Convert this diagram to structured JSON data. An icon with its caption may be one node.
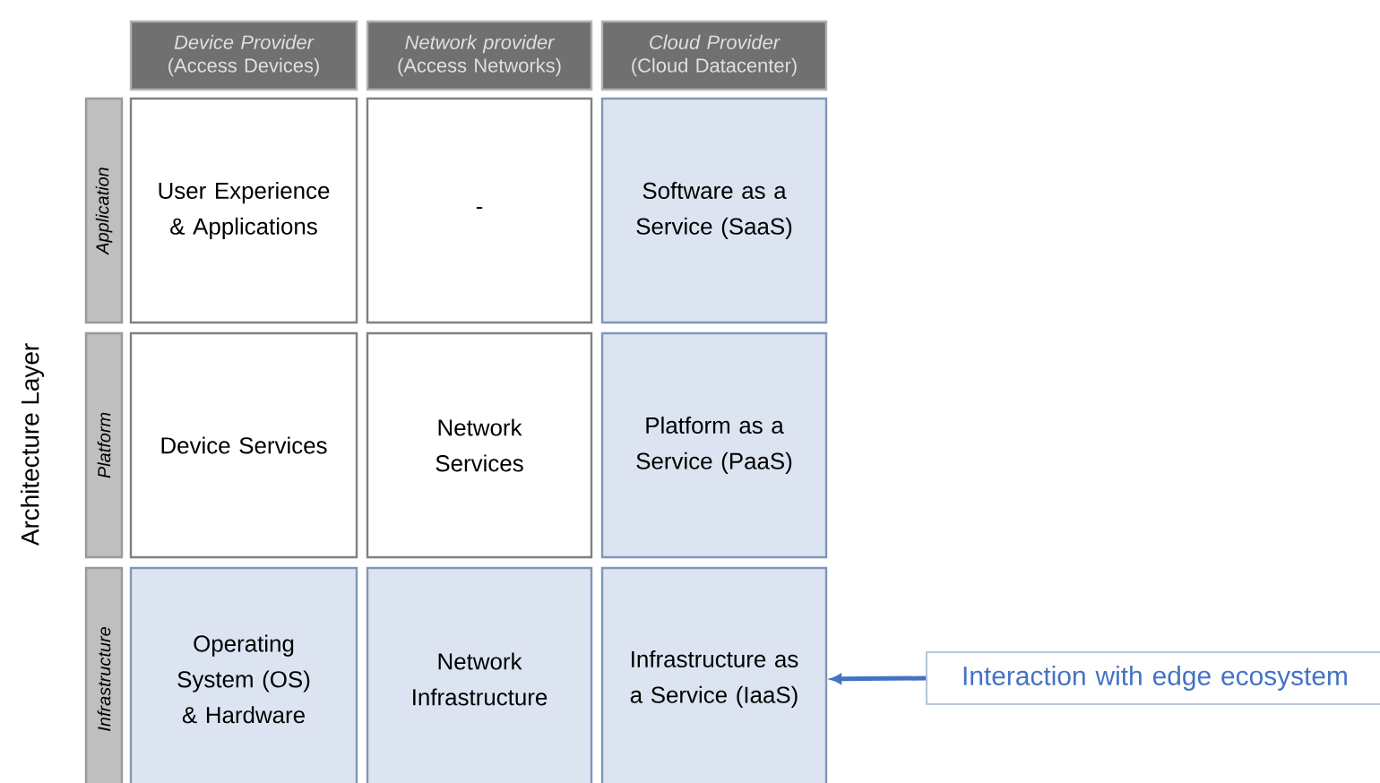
{
  "diagram": {
    "nodes": [
      {
        "text": [
          "Device Provider",
          "(Access Devices)"
        ]
      },
      {
        "text": [
          "Network provider",
          "(Access Networks)"
        ]
      },
      {
        "text": [
          "Cloud Provider",
          "(Cloud Datacenter)"
        ]
      },
      {
        "text": [
          "Application"
        ]
      },
      {
        "text": [
          "Platform"
        ]
      },
      {
        "text": [
          "Infrastructure"
        ]
      },
      {
        "text": [
          "User Experience & Applications"
        ]
      },
      {
        "text": [
          "-"
        ]
      },
      {
        "text": [
          "Software as a Service (SaaS)"
        ]
      },
      {
        "text": [
          "Device Services"
        ]
      },
      {
        "text": [
          "Network Services"
        ]
      },
      {
        "text": [
          "Platform as a Service (PaaS)"
        ]
      },
      {
        "text": [
          "Operating System (OS) & Hardware"
        ]
      },
      {
        "text": [
          "Network Infrastructure"
        ]
      },
      {
        "text": [
          "Infrastructure as a Service (IaaS)"
        ]
      },
      {
        "text": [
          "Interaction with edge ecosystem"
        ]
      }
    ],
    "edges": [
      {
        "from": 15,
        "to": 14,
        "arrow": "to",
        "color": "#4472c4"
      }
    ],
    "labels": [
      "Architecture Layer"
    ]
  }
}
